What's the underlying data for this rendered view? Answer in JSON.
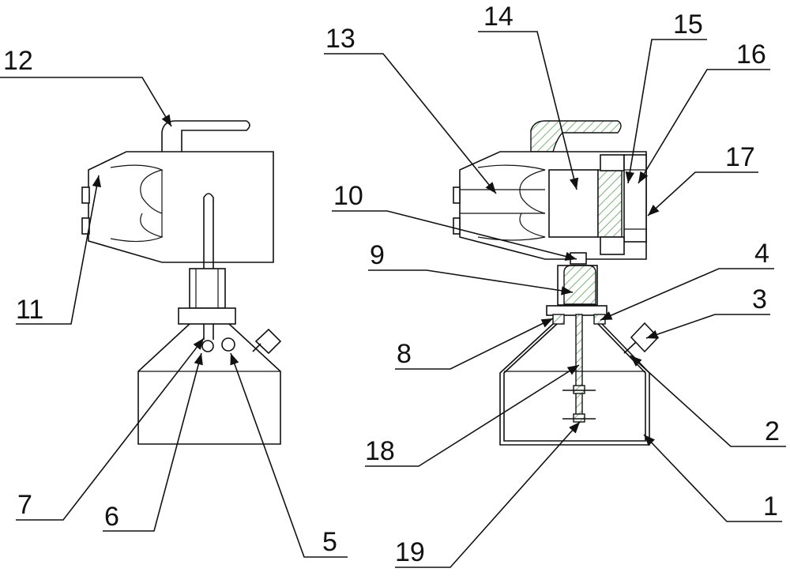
{
  "labels": {
    "n1": "1",
    "n2": "2",
    "n3": "3",
    "n4": "4",
    "n5": "5",
    "n6": "6",
    "n7": "7",
    "n8": "8",
    "n9": "9",
    "n10": "10",
    "n11": "11",
    "n12": "12",
    "n13": "13",
    "n14": "14",
    "n15": "15",
    "n16": "16",
    "n17": "17",
    "n18": "18",
    "n19": "19"
  },
  "colors": {
    "line": "#111111",
    "hatch": "#7ab37a",
    "background": "#ffffff"
  }
}
